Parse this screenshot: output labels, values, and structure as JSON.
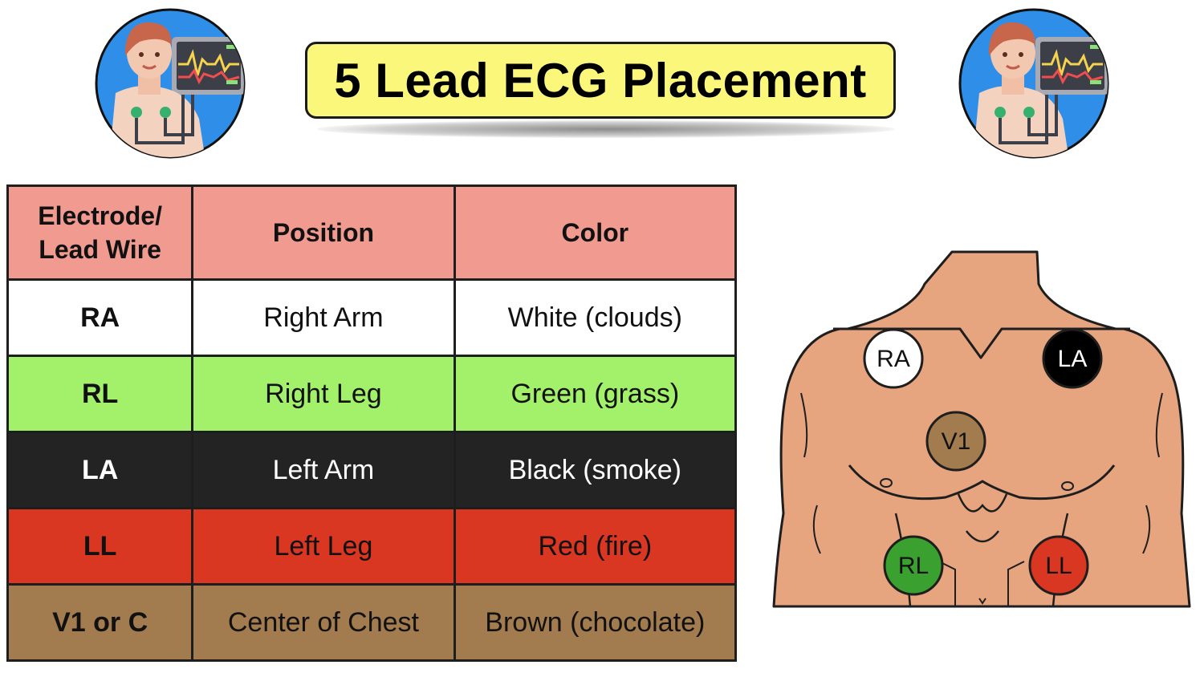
{
  "title": "5 Lead ECG Placement",
  "icons": {
    "left": "patient-ecg-monitor-icon",
    "right": "patient-ecg-monitor-icon"
  },
  "table": {
    "headers": [
      "Electrode/ Lead Wire",
      "Position",
      "Color"
    ],
    "header_bg": "#f09a90",
    "rows": [
      {
        "lead": "RA",
        "position": "Right Arm",
        "color": "White (clouds)",
        "bg": "#ffffff",
        "fg": "#111111"
      },
      {
        "lead": "RL",
        "position": "Right Leg",
        "color": "Green (grass)",
        "bg": "#a3f06b",
        "fg": "#111111"
      },
      {
        "lead": "LA",
        "position": "Left Arm",
        "color": "Black (smoke)",
        "bg": "#232323",
        "fg": "#ffffff"
      },
      {
        "lead": "LL",
        "position": "Left Leg",
        "color": "Red (fire)",
        "bg": "#d93722",
        "fg": "#111111"
      },
      {
        "lead": "V1 or C",
        "position": "Center of Chest",
        "color": "Brown (chocolate)",
        "bg": "#a27b4e",
        "fg": "#111111"
      }
    ]
  },
  "diagram": {
    "skin_color": "#e6a47f",
    "electrodes": [
      {
        "label": "RA",
        "fill": "#ffffff",
        "text": "#111111"
      },
      {
        "label": "LA",
        "fill": "#000000",
        "text": "#ffffff"
      },
      {
        "label": "V1",
        "fill": "#a27b4e",
        "text": "#111111"
      },
      {
        "label": "RL",
        "fill": "#3aa02f",
        "text": "#111111"
      },
      {
        "label": "LL",
        "fill": "#d93722",
        "text": "#111111"
      }
    ]
  }
}
